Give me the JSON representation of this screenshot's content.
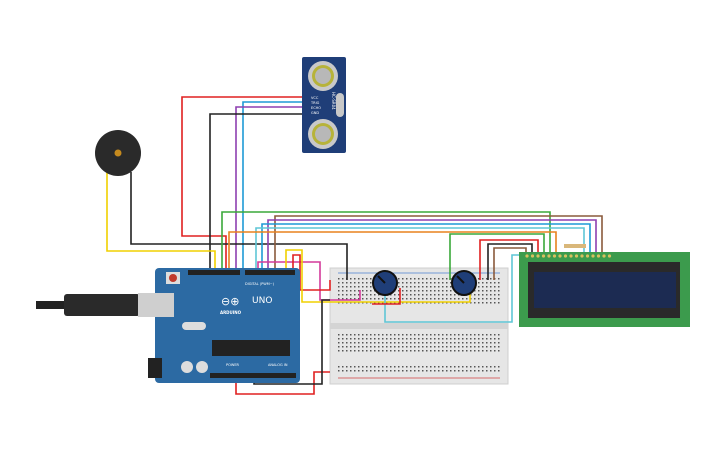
{
  "arduino": {
    "brand": "ARDUINO",
    "model": "UNO",
    "digital_label": "DIGITAL (PWM~)",
    "power_label": "POWER",
    "analog_label": "ANALOG IN",
    "color": "#2c6aa3"
  },
  "sensor": {
    "model": "HC-SR04",
    "pins": [
      "VCC",
      "TRIG",
      "ECHO",
      "GND"
    ],
    "color": "#1f3e78"
  },
  "lcd": {
    "board_color": "#3c9b4d",
    "screen_color": "#1c2b52"
  },
  "colors": {
    "red": "#e02020",
    "black": "#222222",
    "blue": "#1e9ad6",
    "purple": "#8e3fb0",
    "green": "#3aa83a",
    "orange": "#e8821e",
    "brown": "#8a5a3c",
    "yellow": "#f0d000",
    "cyan": "#5fc6d6",
    "magenta": "#d43a9a"
  }
}
